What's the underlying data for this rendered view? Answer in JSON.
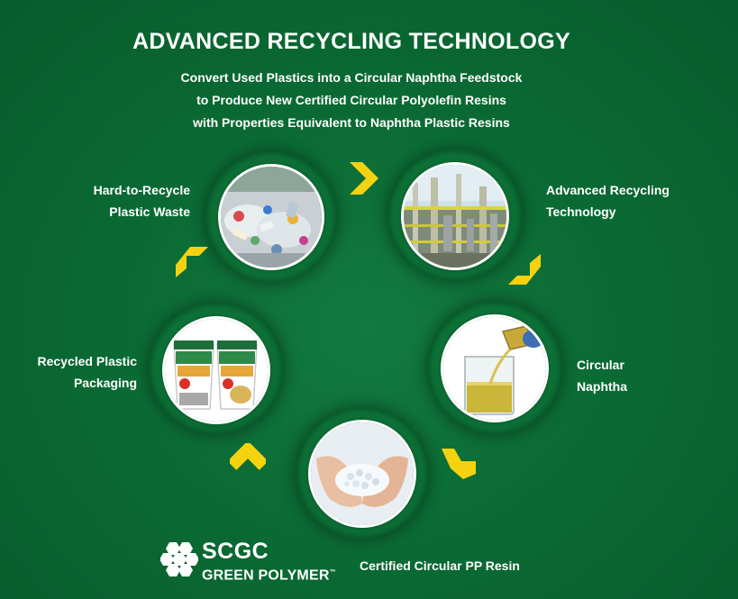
{
  "header": {
    "title": "ADVANCED RECYCLING TECHNOLOGY",
    "subtitle_lines": [
      "Convert Used Plastics into a Circular Naphtha Feedstock",
      "to Produce New Certified Circular Polyolefin Resins",
      "with Properties Equivalent to Naphtha Plastic Resins"
    ]
  },
  "cycle": {
    "nodes": [
      {
        "label_lines": [
          "Hard-to-Recycle",
          "Plastic Waste"
        ],
        "icon": "plastic-waste-photo"
      },
      {
        "label_lines": [
          "Advanced Recycling",
          "Technology"
        ],
        "icon": "recycling-plant-photo"
      },
      {
        "label_lines": [
          "Circular",
          "Naphtha"
        ],
        "icon": "naphtha-beaker-photo"
      },
      {
        "label_lines": [
          "Certified Circular PP Resin"
        ],
        "icon": "resin-pellets-photo"
      },
      {
        "label_lines": [
          "Recycled Plastic",
          "Packaging"
        ],
        "icon": "packaging-containers-photo"
      }
    ],
    "arrow_icon": "chevron-arrow-icon",
    "arrow_color": "#f5d20f"
  },
  "footer": {
    "brand_name": "SCGC",
    "brand_tagline": "GREEN POLYMER",
    "brand_mark": "™",
    "logo_icon": "scgc-hexagon-logo"
  },
  "colors": {
    "background": "#0b6b34",
    "text": "#ffffff",
    "arrow": "#f5d20f"
  }
}
